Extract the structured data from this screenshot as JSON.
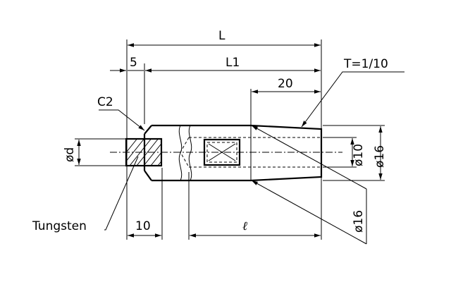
{
  "drawing": {
    "dimensions": {
      "total_length": "L",
      "length_l1": "L1",
      "offset_5": "5",
      "taper_length": "20",
      "taper_ratio": "T=1/10",
      "chamfer": "C2",
      "diameter_d": "ød",
      "diameter_10": "ø10",
      "diameter_16_right": "ø16",
      "diameter_16_diag": "ø16",
      "tip_length": "10",
      "length_l": "ℓ"
    },
    "labels": {
      "material": "Tungsten"
    }
  }
}
